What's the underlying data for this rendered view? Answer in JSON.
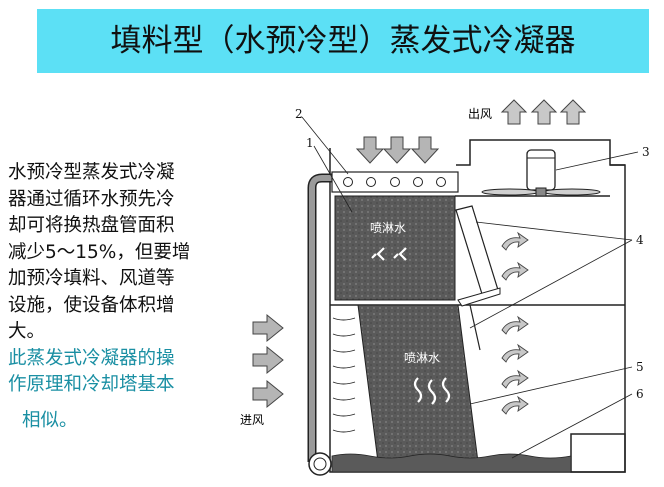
{
  "title": "填料型（水预冷型）蒸发式冷凝器",
  "description": {
    "paragraph_lines": [
      "水预冷型蒸发式冷凝",
      "器通过循环水预先冷",
      "却可将换热盘管面积",
      "减少5～15%，但要增",
      "加预冷填料、风道等",
      "设施，使设备体积增",
      "大。"
    ],
    "note_lines": [
      "此蒸发式冷凝器的操",
      "作原理和冷却塔基本"
    ],
    "note_last": "相似。"
  },
  "diagram": {
    "labels": {
      "outlet_air": "出风",
      "inlet_air": "进风",
      "spray_water_top": "喷淋水",
      "spray_water_bottom": "喷淋水",
      "n1": "1",
      "n2": "2",
      "n3": "3",
      "n4": "4",
      "n5": "5",
      "n6": "6"
    }
  },
  "colors": {
    "title_bg": "#5ce0f5",
    "note_text": "#1a8fa3",
    "fill_dark": "#5a5a5a"
  }
}
